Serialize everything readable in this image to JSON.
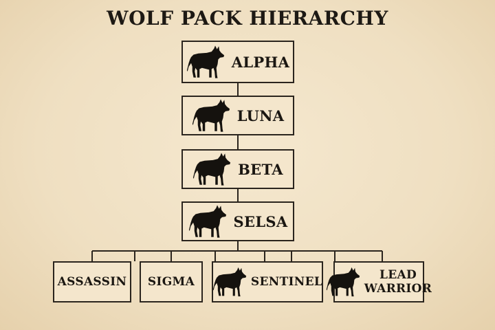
{
  "title": "WOLF PACK HIERARCHY",
  "colors": {
    "background": "#f1e3c6",
    "ink": "#1b1712"
  },
  "nodes": {
    "alpha": {
      "label": "ALPHA",
      "icon": "wolf-icon"
    },
    "luna": {
      "label": "LUNA",
      "icon": "wolf-icon"
    },
    "beta": {
      "label": "BETA",
      "icon": "wolf-icon"
    },
    "selsa": {
      "label": "SELSA",
      "icon": "wolf-icon"
    },
    "assassin": {
      "label": "ASSASSIN"
    },
    "sigma": {
      "label": "SIGMA"
    },
    "sentinel": {
      "label": "SENTINEL",
      "icon": "wolf-icon"
    },
    "lead_warrior": {
      "label": "LEAD WARRIOR",
      "icon": "wolf-icon"
    }
  },
  "edges": [
    [
      "alpha",
      "luna"
    ],
    [
      "luna",
      "beta"
    ],
    [
      "beta",
      "selsa"
    ],
    [
      "selsa",
      "assassin"
    ],
    [
      "selsa",
      "sigma"
    ],
    [
      "selsa",
      "sentinel"
    ],
    [
      "selsa",
      "lead_warrior"
    ]
  ]
}
